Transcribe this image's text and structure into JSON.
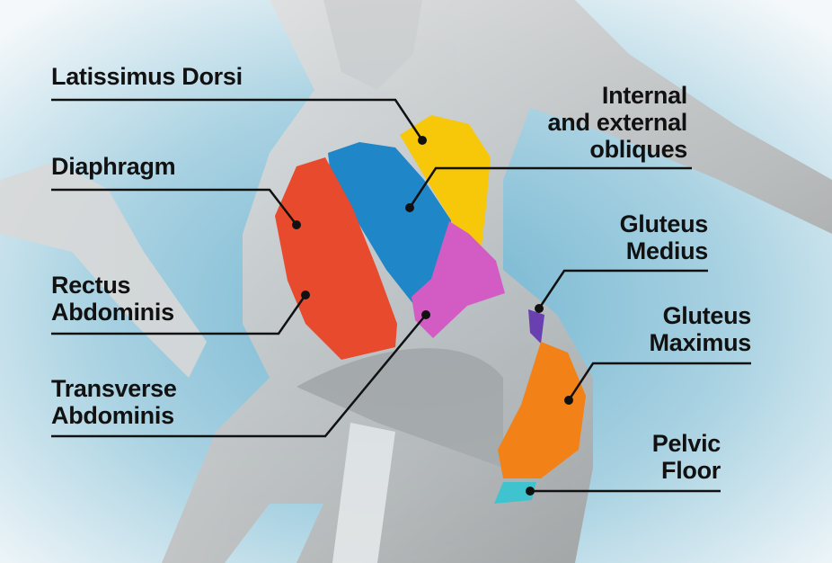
{
  "title": "Core muscles diagram",
  "colors": {
    "background": "#bcdce8",
    "latissimus_dorsi": "#f7c70a",
    "diaphragm": "#1f86c7",
    "rectus_abdominis": "#e84a2e",
    "transverse_abdominis": "#d35bc4",
    "gluteus_medius": "#6a3fb0",
    "gluteus_maximus": "#f28118",
    "pelvic_floor": "#3fc4cf"
  },
  "labels": {
    "latissimus_dorsi": [
      "Latissimus Dorsi"
    ],
    "obliques": [
      "Internal",
      "and external",
      "obliques"
    ],
    "diaphragm": [
      "Diaphragm"
    ],
    "rectus_abdominis": [
      "Rectus",
      "Abdominis"
    ],
    "transverse_abdominis": [
      "Transverse",
      "Abdominis"
    ],
    "gluteus_medius": [
      "Gluteus",
      "Medius"
    ],
    "gluteus_maximus": [
      "Gluteus",
      "Maximus"
    ],
    "pelvic_floor": [
      "Pelvic",
      "Floor"
    ]
  }
}
